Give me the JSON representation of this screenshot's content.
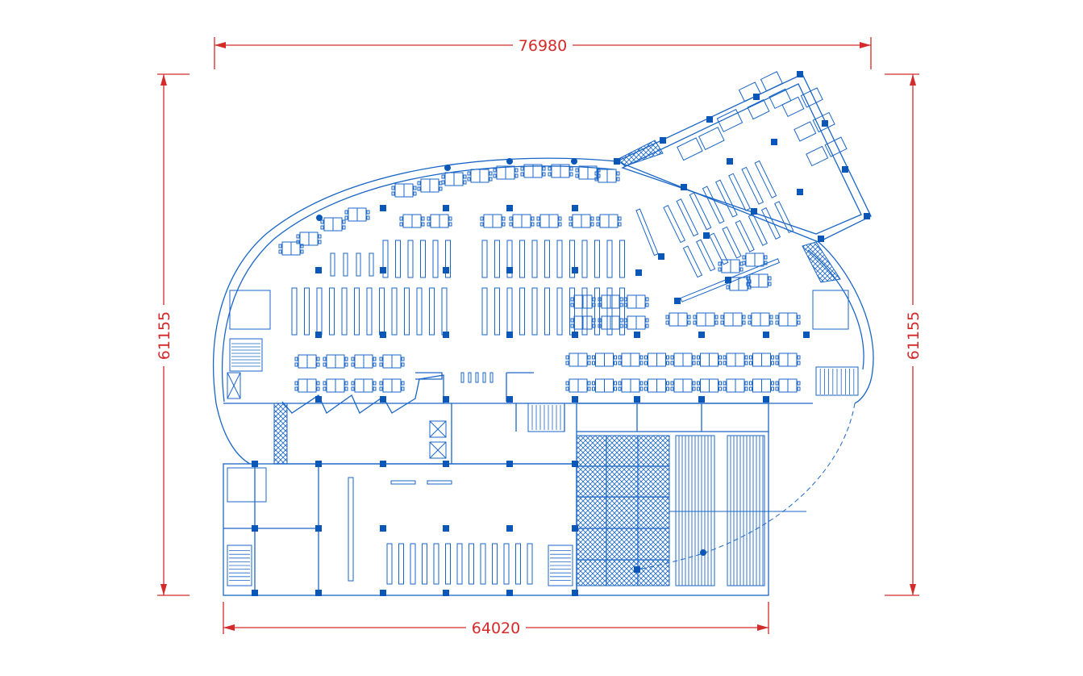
{
  "dimensions": {
    "top": "76980",
    "bottom": "64020",
    "left": "61155",
    "right": "61155"
  },
  "colors": {
    "dimension": "#d42a2a",
    "plan_line": "#1a66c7",
    "column": "#0b57b8",
    "background": "#ffffff"
  }
}
